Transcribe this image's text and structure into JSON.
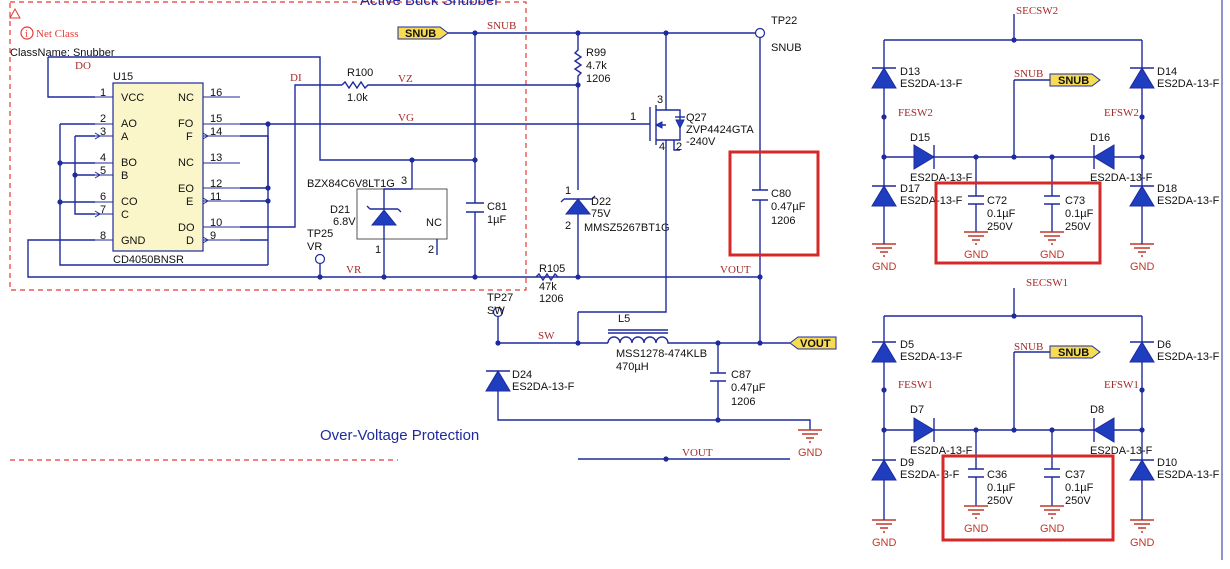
{
  "labels": {
    "top_title": "Active Buck Snubber",
    "ovp_title": "Over-Voltage Protection",
    "net_class": "Net Class",
    "class_name": "ClassName: Snubber"
  },
  "nets": {
    "snub": "SNUB",
    "vz": "VZ",
    "vg": "VG",
    "vr": "VR",
    "vout": "VOUT",
    "sw": "SW",
    "do": "DO",
    "di": "DI",
    "secsw2": "SECSW2",
    "secsw1": "SECSW1",
    "fesw2": "FESW2",
    "efsw2": "EFSW2",
    "fesw1": "FESW1",
    "efsw1": "EFSW1",
    "gnd": "GND"
  },
  "ports": {
    "snub_main": "SNUB",
    "vout_main": "VOUT",
    "snub_top": "SNUB",
    "snub_bot": "SNUB"
  },
  "testpoints": {
    "tp22": {
      "ref": "TP22",
      "net": "SNUB"
    },
    "tp25": {
      "ref": "TP25",
      "net": "VR"
    },
    "tp27": {
      "ref": "TP27",
      "net": "SW"
    }
  },
  "u15": {
    "ref": "U15",
    "part": "CD4050BNSR",
    "pins_left": [
      {
        "num": "1",
        "name": "VCC"
      },
      {
        "num": "2",
        "name": "AO"
      },
      {
        "num": "3",
        "name": "A"
      },
      {
        "num": "4",
        "name": "BO"
      },
      {
        "num": "5",
        "name": "B"
      },
      {
        "num": "6",
        "name": "CO"
      },
      {
        "num": "7",
        "name": "C"
      },
      {
        "num": "8",
        "name": "GND"
      }
    ],
    "pins_right": [
      {
        "num": "16",
        "name": "NC"
      },
      {
        "num": "15",
        "name": "FO"
      },
      {
        "num": "14",
        "name": "F"
      },
      {
        "num": "13",
        "name": "NC"
      },
      {
        "num": "12",
        "name": "EO"
      },
      {
        "num": "11",
        "name": "E"
      },
      {
        "num": "10",
        "name": "DO"
      },
      {
        "num": "9",
        "name": "D"
      }
    ]
  },
  "components": {
    "r100": {
      "ref": "R100",
      "value": "1.0k"
    },
    "r99": {
      "ref": "R99",
      "value": "4.7k",
      "pkg": "1206"
    },
    "r105": {
      "ref": "R105",
      "value": "47k",
      "pkg": "1206"
    },
    "d21": {
      "ref": "D21",
      "value": "6.8V",
      "part": "BZX84C6V8LT1G",
      "nc": "NC",
      "pin1": "1",
      "pin2": "2",
      "pin3": "3"
    },
    "c81": {
      "ref": "C81",
      "value": "1µF"
    },
    "d22": {
      "ref": "D22",
      "value": "75V",
      "part": "MMSZ5267BT1G",
      "pin1": "1",
      "pin2": "2"
    },
    "q27": {
      "ref": "Q27",
      "part": "ZVP4424GTA",
      "rating": "-240V",
      "p1": "1",
      "p2": "2",
      "p3": "3",
      "p4": "4"
    },
    "c80": {
      "ref": "C80",
      "value": "0.47µF",
      "pkg": "1206"
    },
    "l5": {
      "ref": "L5",
      "part": "MSS1278-474KLB",
      "value": "470µH"
    },
    "c87": {
      "ref": "C87",
      "value": "0.47µF",
      "pkg": "1206"
    },
    "d24": {
      "ref": "D24",
      "part": "ES2DA-13-F"
    },
    "d13": {
      "ref": "D13",
      "part": "ES2DA-13-F"
    },
    "d14": {
      "ref": "D14",
      "part": "ES2DA-13-F"
    },
    "d15": {
      "ref": "D15",
      "part": "ES2DA-13-F"
    },
    "d16": {
      "ref": "D16",
      "part": "ES2DA-13-F"
    },
    "d17": {
      "ref": "D17",
      "part": "ES2DA-13-F"
    },
    "d18": {
      "ref": "D18",
      "part": "ES2DA-13-F"
    },
    "c72": {
      "ref": "C72",
      "value": "0.1µF",
      "rating": "250V"
    },
    "c73": {
      "ref": "C73",
      "value": "0.1µF",
      "rating": "250V"
    },
    "d5": {
      "ref": "D5",
      "part": "ES2DA-13-F"
    },
    "d6": {
      "ref": "D6",
      "part": "ES2DA-13-F"
    },
    "d7": {
      "ref": "D7",
      "part": "ES2DA-13-F"
    },
    "d8": {
      "ref": "D8",
      "part": "ES2DA-13-F"
    },
    "d9": {
      "ref": "D9",
      "part": "ES2DA- 3-F"
    },
    "d10": {
      "ref": "D10",
      "part": "ES2DA-13-F"
    },
    "c36": {
      "ref": "C36",
      "value": "0.1µF",
      "rating": "250V"
    },
    "c37": {
      "ref": "C37",
      "value": "0.1µF",
      "rating": "250V"
    }
  },
  "colors": {
    "wire": "#1f2a9e",
    "net_label": "#a52a2a",
    "port_fill": "#f7dc52",
    "highlight": "#d62828",
    "ground": "#c0392b"
  }
}
